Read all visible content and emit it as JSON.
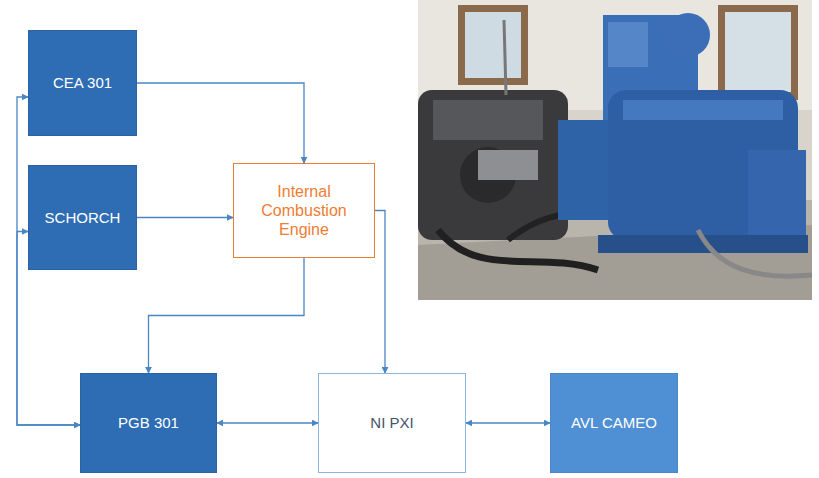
{
  "diagram": {
    "nodes": [
      {
        "text": [
          "CEA 301"
        ]
      },
      {
        "text": [
          "SCHORCH"
        ]
      },
      {
        "text": [
          "Internal Combustion Engine"
        ]
      },
      {
        "text": [
          "PGB 301"
        ]
      },
      {
        "text": [
          "NI PXI"
        ]
      },
      {
        "text": [
          "AVL CAMEO"
        ]
      }
    ],
    "edges": [
      {
        "from": 0,
        "to": 2,
        "arrow": "to"
      },
      {
        "from": 1,
        "to": 2,
        "arrow": "to"
      },
      {
        "from": 2,
        "to": 3,
        "arrow": "to"
      },
      {
        "from": 2,
        "to": 4,
        "arrow": "to"
      },
      {
        "from": 3,
        "to": 4,
        "arrow": "both"
      },
      {
        "from": 4,
        "to": 5,
        "arrow": "both"
      },
      {
        "from": 3,
        "to": 0,
        "arrow": "both"
      },
      {
        "from": 3,
        "to": 1,
        "arrow": "both"
      }
    ]
  }
}
